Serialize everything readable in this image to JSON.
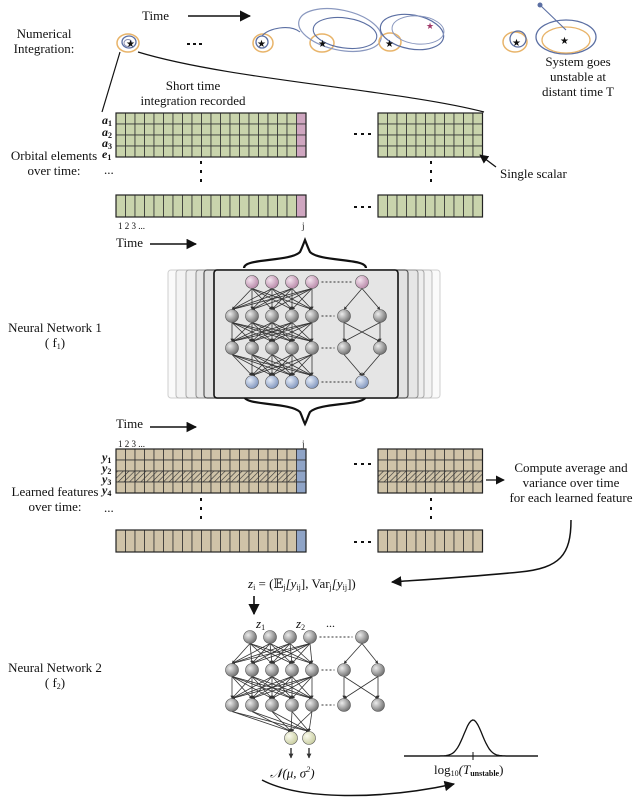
{
  "labels": {
    "numerical_integration": [
      "Numerical",
      "Integration:"
    ],
    "time_top": "Time",
    "ellipsis_top": "...",
    "short_time": [
      "Short time",
      "integration recorded"
    ],
    "system_goes": [
      "System goes",
      "unstable at",
      "distant time  T"
    ],
    "orbital_elements": [
      "Orbital elements",
      "over time:"
    ],
    "single_scalar": "Single scalar",
    "time_mid": "Time",
    "time_lower": "Time",
    "index_labels": "1  2  3 ...",
    "j_label": "j",
    "neural_network_1": [
      "Neural Network 1",
      "( f"
    ],
    "nn1_sub": "1",
    "learned_features": [
      "Learned features",
      "over time:"
    ],
    "compute": [
      "Compute average and",
      "variance over time",
      "for each learned feature"
    ],
    "z_formula": "z",
    "z_sub": "i",
    "z_rhs": " = (𝔼",
    "z_rhs2": "[y",
    "z_rhs3": "], Var",
    "z_rhs4": "[y",
    "z_rhs5": "])",
    "neural_network_2": [
      "Neural Network 2",
      "( f"
    ],
    "nn2_sub": "2",
    "z1": "z",
    "z1_sub": "1",
    "z2": "z",
    "z2_sub": "2",
    "nn2_dots": "...",
    "normal_dist": "𝒩(μ, σ",
    "normal_sup": "2",
    "log_label": "log",
    "log_sub": "10",
    "log_arg": "(T",
    "log_arg_sub": "unstable",
    "log_close": ")",
    "row_dots": "...",
    "orbital_rows": [
      "a",
      "a",
      "a",
      "e"
    ],
    "orbital_subs": [
      "1",
      "2",
      "3",
      "1"
    ],
    "feature_rows": [
      "y",
      "y",
      "y",
      "y"
    ],
    "feature_subs": [
      "1",
      "2",
      "3",
      "4"
    ]
  },
  "colors": {
    "grid_green": "#c9d4ac",
    "grid_tan": "#cfc3a8",
    "pink_col": "#cfa6c0",
    "blue_col": "#8fa4c7",
    "node_gray": "#9a9a9a",
    "node_pink": "#cfa6c0",
    "node_blue": "#9fb2d6",
    "node_yellow": "#dfe3c2",
    "orbit_orange": "#e8b46a",
    "orbit_blue": "#5b6fa3"
  }
}
